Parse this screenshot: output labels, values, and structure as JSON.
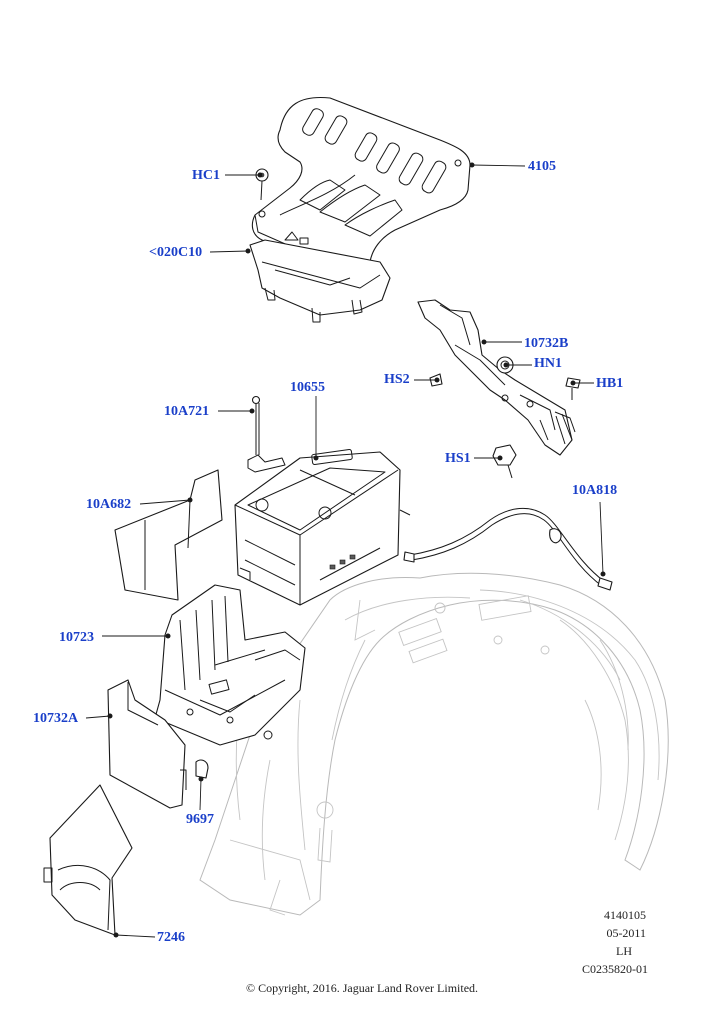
{
  "callouts": {
    "c4105": "4105",
    "hc1": "HC1",
    "c020c10": "<020C10",
    "c10732b": "10732B",
    "hn1": "HN1",
    "hs2": "HS2",
    "hb1": "HB1",
    "c10655": "10655",
    "c10a721": "10A721",
    "hs1": "HS1",
    "c10a818": "10A818",
    "c10a682": "10A682",
    "c10723": "10723",
    "c10732a": "10732A",
    "c9697": "9697",
    "c7246": "7246"
  },
  "meta": {
    "code": "4140105",
    "date": "05-2011",
    "side": "LH",
    "ref": "C0235820-01"
  },
  "copyright": "© Copyright, 2016. Jaguar Land Rover Limited.",
  "colors": {
    "label": "#1a3fc9",
    "line": "#1a1a1a",
    "faint": "#b9b9b9"
  }
}
